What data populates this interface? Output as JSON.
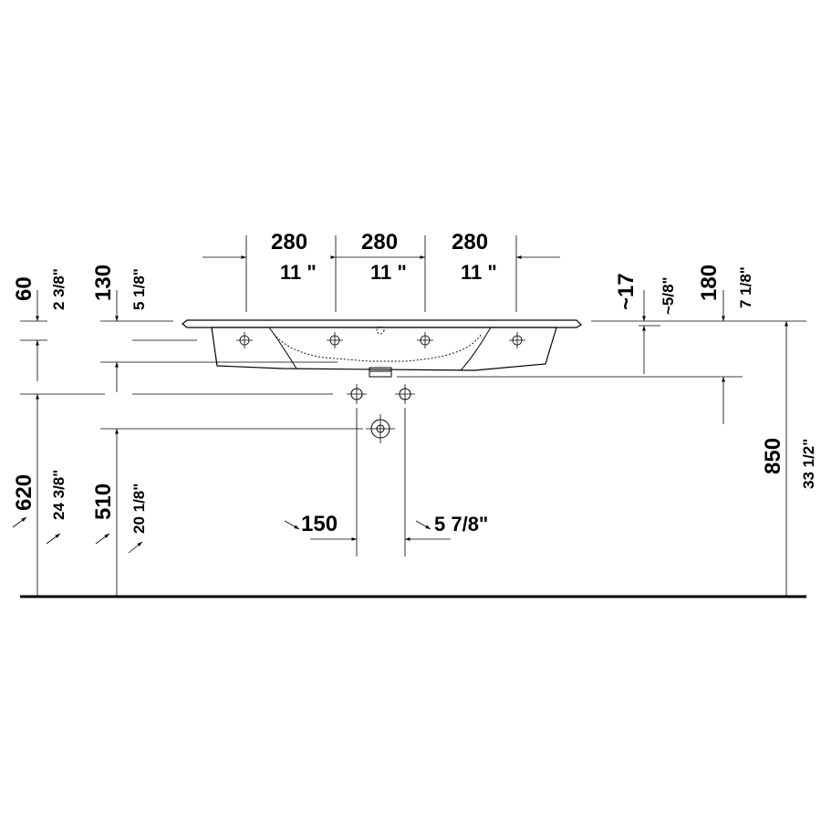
{
  "top_dimensions": [
    {
      "mm": "280",
      "inch": "11 \""
    },
    {
      "mm": "280",
      "inch": "11 \""
    },
    {
      "mm": "280",
      "inch": "11 \""
    }
  ],
  "left_dimensions": {
    "rim_thickness": {
      "mm": "60",
      "inch": "2 3/8\""
    },
    "bowl_depth": {
      "mm": "130",
      "inch": "5 1/8\""
    },
    "overflow_height": {
      "mm": "620",
      "inch": "24 3/8\""
    },
    "waste_height": {
      "mm": "510",
      "inch": "20 1/8\""
    }
  },
  "right_dimensions": {
    "rim_offset": {
      "mm": "~17",
      "inch": "~5/8\""
    },
    "overall_depth": {
      "mm": "180",
      "inch": "7 1/8\""
    },
    "total_height": {
      "mm": "850",
      "inch": "33 1/2\""
    }
  },
  "bottom_dimensions": {
    "waste_spacing_mm": "150",
    "waste_spacing_inch": "5 7/8\""
  }
}
